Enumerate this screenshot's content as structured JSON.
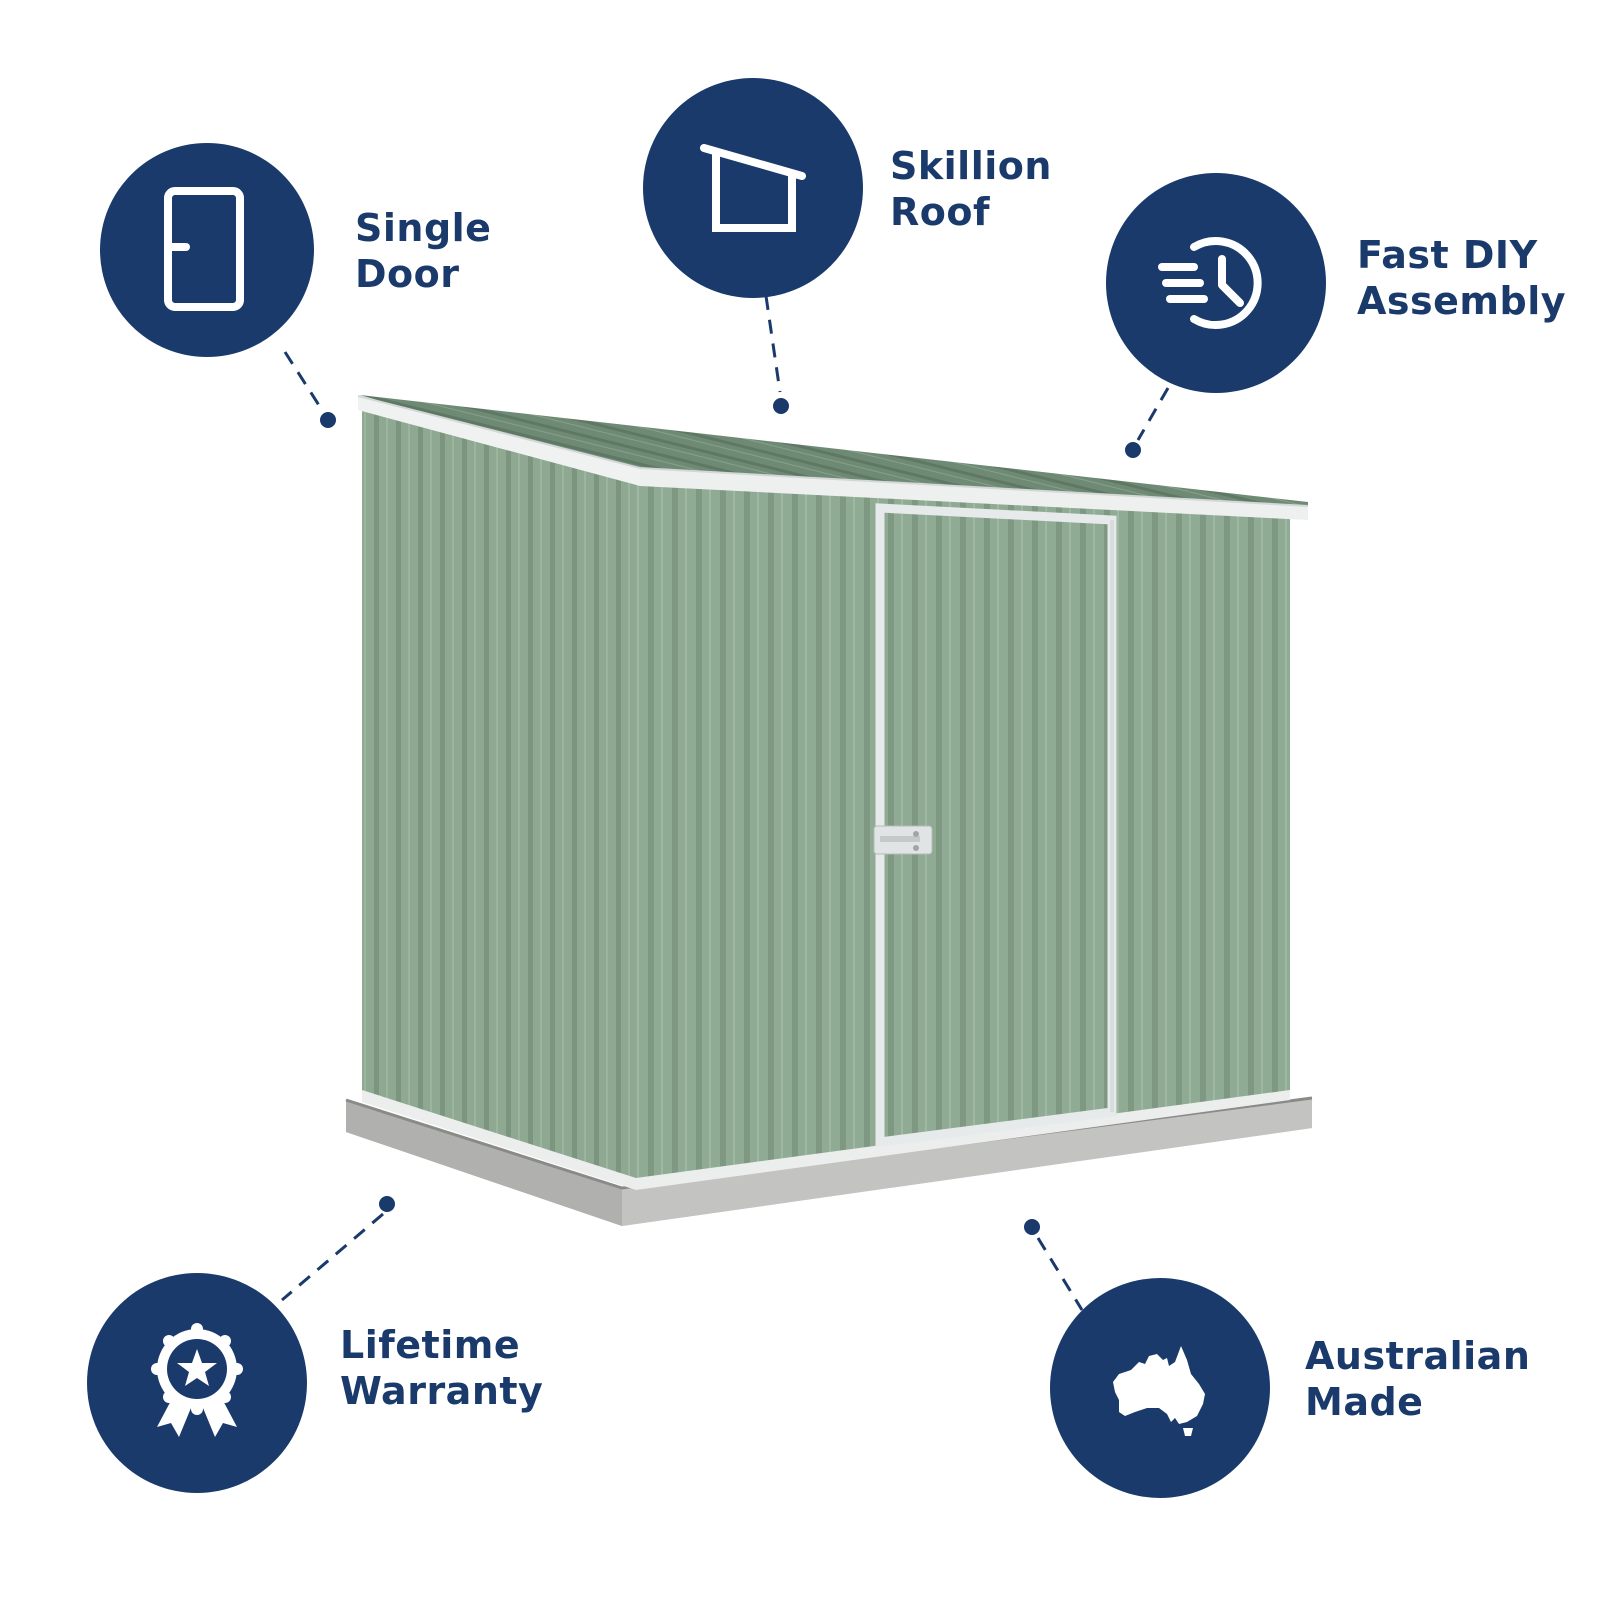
{
  "product": {
    "type": "metal garden shed",
    "color_name": "pale eucalypt green",
    "colors": {
      "wall": "#8ea891",
      "wall_shadow": "#7b957f",
      "trim": "#e9ecec",
      "roof": "#6f8a74",
      "slab": "#b7b7b5"
    }
  },
  "theme": {
    "badge_color": "#1a3a6b",
    "label_color": "#1a3a6b",
    "icon_color": "#ffffff"
  },
  "features": [
    {
      "id": "single-door",
      "icon": "door-icon",
      "line1": "Single",
      "line2": "Door"
    },
    {
      "id": "skillion-roof",
      "icon": "skillion-roof-icon",
      "line1": "Skillion",
      "line2": "Roof"
    },
    {
      "id": "fast-diy",
      "icon": "fast-clock-icon",
      "line1": "Fast DIY",
      "line2": "Assembly"
    },
    {
      "id": "lifetime-warranty",
      "icon": "award-ribbon-icon",
      "line1": "Lifetime",
      "line2": "Warranty"
    },
    {
      "id": "australian-made",
      "icon": "australia-map-icon",
      "line1": "Australian",
      "line2": "Made"
    }
  ]
}
